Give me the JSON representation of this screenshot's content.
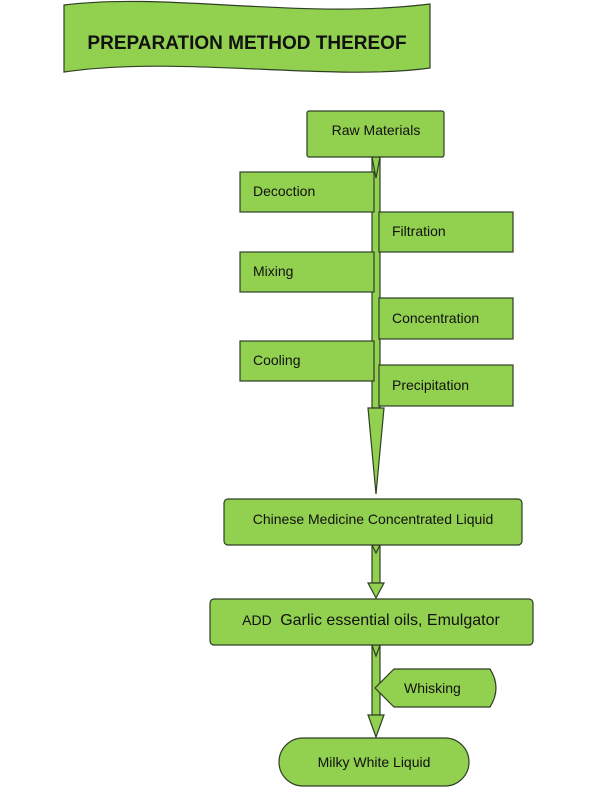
{
  "title": "PREPARATION METHOD THEREOF",
  "colors": {
    "fill": "#92d050",
    "stroke": "#2f3f25",
    "text": "#111111"
  },
  "nodes": {
    "raw_materials": "Raw Materials",
    "decoction": "Decoction",
    "filtration": "Filtration",
    "mixing": "Mixing",
    "concentration": "Concentration",
    "cooling": "Cooling",
    "precipitation": "Precipitation",
    "concentrated_liquid": "Chinese Medicine Concentrated Liquid",
    "add_prefix": "ADD",
    "add_rest": "Garlic essential oils, Emulgator",
    "whisking": "Whisking",
    "milky_white_liquid": "Milky White Liquid"
  }
}
